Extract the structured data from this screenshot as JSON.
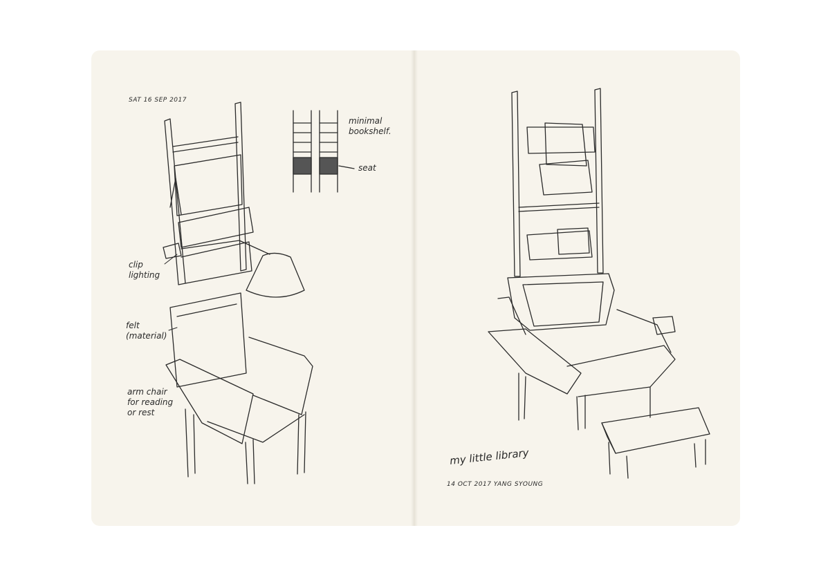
{
  "left_page": {
    "date": "SAT 16 SEP 2017",
    "note_bookshelf": [
      "minimal",
      "bookshelf."
    ],
    "note_seat": "seat",
    "note_lighting": [
      "clip",
      "lighting"
    ],
    "note_felt": [
      "felt",
      "(material)"
    ],
    "note_chair": [
      "arm chair",
      "for reading",
      "or rest"
    ]
  },
  "right_page": {
    "title": "my little library",
    "signature": "14 OCT 2017 YANG SYOUNG"
  },
  "colors": {
    "paper": "#f7f4ec",
    "ink": "#2a2a2a",
    "background": "#ffffff"
  }
}
